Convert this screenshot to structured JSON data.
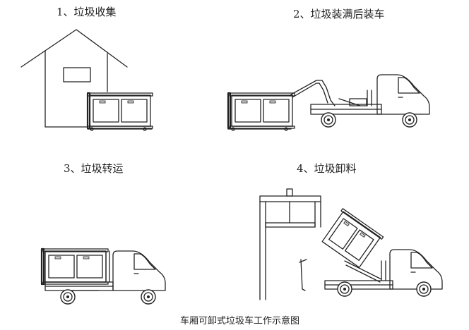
{
  "steps": [
    {
      "label": "1、垃圾收集"
    },
    {
      "label": "2、垃圾装满后装车"
    },
    {
      "label": "3、垃圾转运"
    },
    {
      "label": "4、垃圾卸料"
    }
  ],
  "caption": "车厢可卸式垃圾车工作示意图"
}
